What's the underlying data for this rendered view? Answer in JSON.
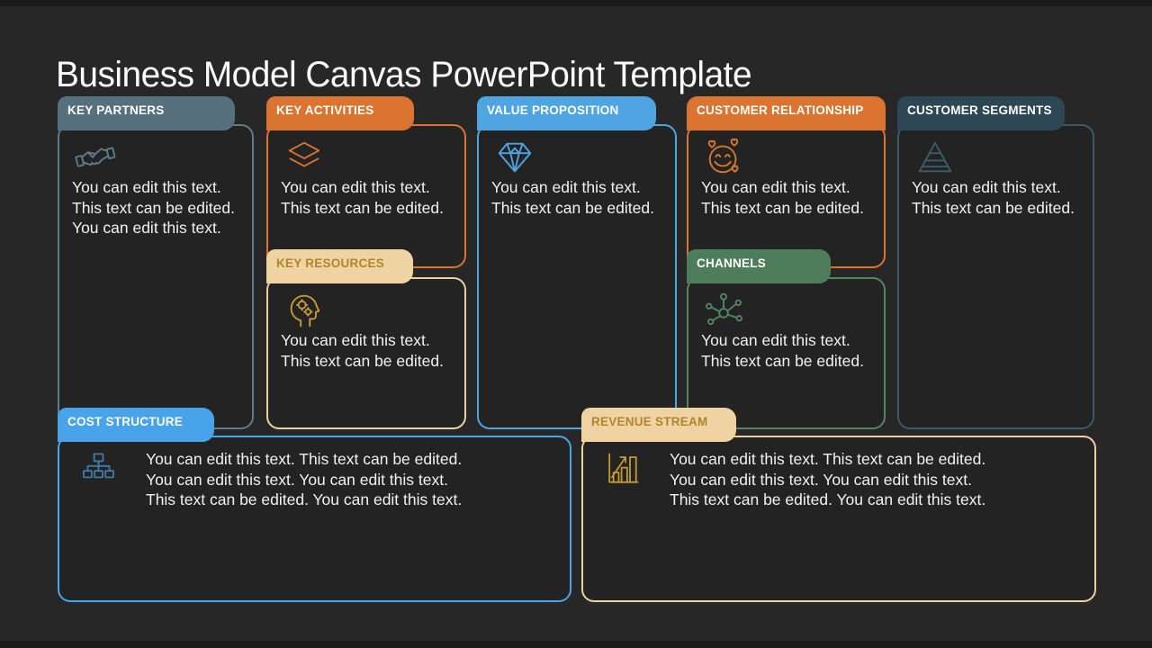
{
  "slide": {
    "title": "Business Model Canvas PowerPoint Template"
  },
  "colors": {
    "background": "#272727",
    "card_background": "#232323",
    "title_text": "#fbfbfb",
    "body_text": "#f1f1f1"
  },
  "cards": {
    "key_partners": {
      "label": "KEY PARTNERS",
      "body": "You can edit this text. This text can be edited. You can edit this text.",
      "icon": "handshake-icon",
      "tab_bg": "#56707e",
      "tab_text": "#ffffff",
      "border": "#5d7b8b",
      "icon_color": "#5d7b8b"
    },
    "key_activities": {
      "label": "KEY ACTIVITIES",
      "body": "You can edit this text. This text can be edited.",
      "icon": "layers-icon",
      "tab_bg": "#da7430",
      "tab_text": "#ffffff",
      "border": "#da7430",
      "icon_color": "#da7430"
    },
    "key_resources": {
      "label": "KEY RESOURCES",
      "body": "You can edit this text. This text can be edited.",
      "icon": "head-gears-icon",
      "tab_bg": "#f0d3a3",
      "tab_text": "#af862c",
      "border": "#edd0a0",
      "icon_color": "#c39a36"
    },
    "value_proposition": {
      "label": "VALUE PROPOSITION",
      "body": "You can edit this text. This text can be edited.",
      "icon": "diamond-icon",
      "tab_bg": "#4fa5e2",
      "tab_text": "#ffffff",
      "border": "#4fa5e2",
      "icon_color": "#4fa5e2"
    },
    "customer_relationship": {
      "label": "CUSTOMER RELATIONSHIP",
      "body": "You can edit this text. This text can be edited.",
      "icon": "smiley-hearts-icon",
      "tab_bg": "#da7430",
      "tab_text": "#ffffff",
      "border": "#da7430",
      "icon_color": "#d4772f"
    },
    "channels": {
      "label": "CHANNELS",
      "body": "You can edit this text. This text can be edited.",
      "icon": "network-icon",
      "tab_bg": "#4e7d5b",
      "tab_text": "#ffffff",
      "border": "#53855f",
      "icon_color": "#53855f"
    },
    "customer_segments": {
      "label": "CUSTOMER SEGMENTS",
      "body": "You can edit this text. This text can be edited.",
      "icon": "pyramid-icon",
      "tab_bg": "#2d4854",
      "tab_text": "#ffffff",
      "border": "#3a5a6b",
      "icon_color": "#3c5b6c"
    },
    "cost_structure": {
      "label": "COST STRUCTURE",
      "body": "You can edit this text. This text can be edited. You can edit this text. You can edit this text. This text can be edited. You can edit this text.",
      "icon": "org-chart-icon",
      "tab_bg": "#48a3e8",
      "tab_text": "#ffffff",
      "border": "#4aa6ea",
      "icon_color": "#3e7dab"
    },
    "revenue_stream": {
      "label": "REVENUE STREAM",
      "body": "You can edit this text. This text can be edited. You can edit this text. You can edit this text. This text can be edited. You can edit this text.",
      "icon": "bar-chart-arrow-icon",
      "tab_bg": "#f0d3a3",
      "tab_text": "#af862c",
      "border": "#edd0a0",
      "icon_color": "#c39a36"
    }
  }
}
